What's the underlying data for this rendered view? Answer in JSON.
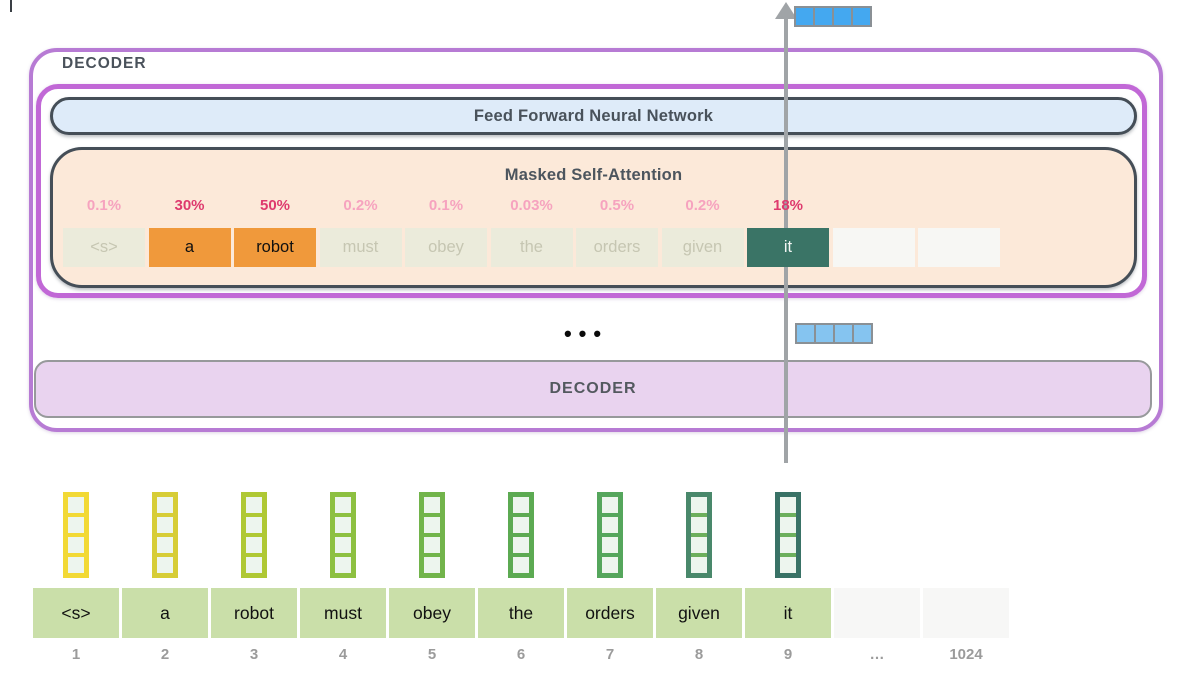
{
  "decoder": {
    "label": "DECODER",
    "ffnn_label": "Feed Forward Neural Network",
    "attention": {
      "title": "Masked Self-Attention",
      "tokens": [
        {
          "text": "<s>",
          "pct": "0.1%",
          "state": "dim"
        },
        {
          "text": "a",
          "pct": "30%",
          "state": "highlight"
        },
        {
          "text": "robot",
          "pct": "50%",
          "state": "highlight"
        },
        {
          "text": "must",
          "pct": "0.2%",
          "state": "dim"
        },
        {
          "text": "obey",
          "pct": "0.1%",
          "state": "dim"
        },
        {
          "text": "the",
          "pct": "0.03%",
          "state": "dim"
        },
        {
          "text": "orders",
          "pct": "0.5%",
          "state": "dim"
        },
        {
          "text": "given",
          "pct": "0.2%",
          "state": "dim"
        },
        {
          "text": "it",
          "pct": "18%",
          "state": "selected"
        },
        {
          "text": "",
          "pct": "",
          "state": "empty"
        },
        {
          "text": "",
          "pct": "",
          "state": "empty"
        }
      ]
    },
    "ellipsis": "•••",
    "bottom_label": "DECODER",
    "output_vector_cells": 4,
    "hidden_vector_cells": 4
  },
  "input": {
    "tokens": [
      "<s>",
      "a",
      "robot",
      "must",
      "obey",
      "the",
      "orders",
      "given",
      "it",
      "",
      ""
    ],
    "positions": [
      "1",
      "2",
      "3",
      "4",
      "5",
      "6",
      "7",
      "8",
      "9",
      "…",
      "1024"
    ],
    "embedding_columns": [
      {
        "border": "#F2D935",
        "divider": "#F2D935"
      },
      {
        "border": "#D7CD36",
        "divider": "#D7CD36"
      },
      {
        "border": "#AFC834",
        "divider": "#AFC834"
      },
      {
        "border": "#8DC041",
        "divider": "#8DC041"
      },
      {
        "border": "#72B44B",
        "divider": "#72B44B"
      },
      {
        "border": "#5CAA52",
        "divider": "#5CAA52"
      },
      {
        "border": "#55A65C",
        "divider": "#55A65C"
      },
      {
        "border": "#49886B",
        "divider": "#6CAF5C"
      },
      {
        "border": "#397266",
        "divider": "#6CAF5C"
      }
    ]
  },
  "colors": {
    "outer_border": "#B77BD4",
    "inner_border": "#C168D6",
    "box_border": "#454E57",
    "ffnn_fill": "#DEEBF9",
    "masked_fill": "#FCE9D9",
    "pct_strong": "#DE3A6E",
    "pct_light": "#F6A3BF",
    "token_dim_bg": "#EBEBDB",
    "token_highlight_bg": "#F0993B",
    "token_selected_bg": "#3A7466",
    "output_vector_fill": "#44A8F0",
    "hidden_vector_fill": "#85C4F0",
    "vector_border": "#8A9095",
    "decoder_box_fill": "#E9D3EF",
    "input_token_bg": "#CADFA9",
    "embed_cell_fill": "#EDF5EE",
    "arrow": "#A0A4A7",
    "position_text": "#9B9B9B"
  }
}
